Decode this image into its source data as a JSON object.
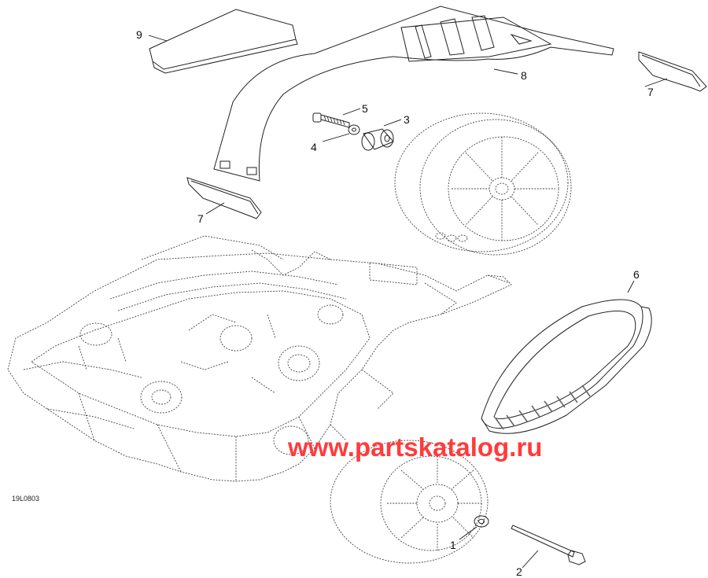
{
  "callouts": {
    "c1": "1",
    "c2": "2",
    "c3": "3",
    "c4": "4",
    "c5": "5",
    "c6": "6",
    "c7a": "7",
    "c7b": "7",
    "c8": "8",
    "c9": "9"
  },
  "figure_code": "19L0803",
  "watermark": {
    "text": "www.partskatalog.ru",
    "color": "#ff3b3b"
  },
  "colors": {
    "line": "#222222",
    "mesh": "#cfcfcf",
    "belt_teeth": "#666666"
  }
}
